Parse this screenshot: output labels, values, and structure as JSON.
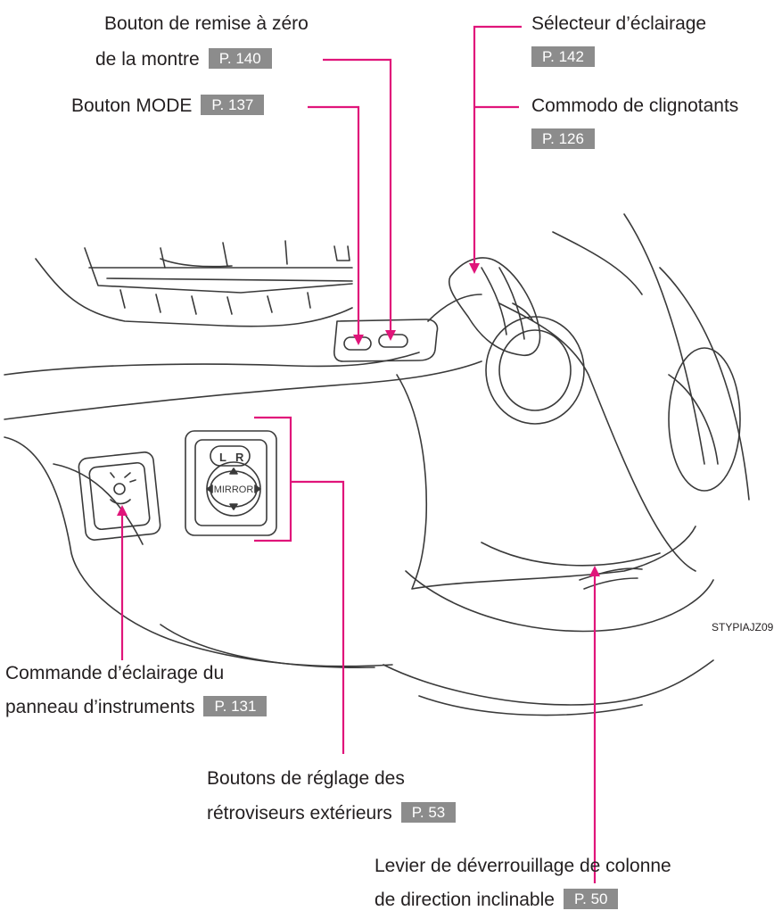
{
  "labels": {
    "reset_line1": "Bouton de remise à zéro",
    "reset_line2": "de la montre",
    "reset_ref": "P. 140",
    "mode": "Bouton MODE",
    "mode_ref": "P. 137",
    "lights": "Sélecteur d’éclairage",
    "lights_ref": "P. 142",
    "turn": "Commodo de clignotants",
    "turn_ref": "P. 126",
    "panel_line1": "Commande d’éclairage du",
    "panel_line2": "panneau d’instruments",
    "panel_ref": "P. 131",
    "mirror_line1": "Boutons de réglage des",
    "mirror_line2": "rétroviseurs extérieurs",
    "mirror_ref": "P. 53",
    "tilt_line1": "Levier de déverrouillage de colonne",
    "tilt_line2": "de direction inclinable",
    "tilt_ref": "P. 50"
  },
  "switch_text": {
    "lr_left": "L",
    "lr_right": "R",
    "mirror": "MIRROR"
  },
  "image_code": "STYPIAJZ09",
  "colors": {
    "leader": "#e0157a",
    "ref_bg": "#8c8c8c",
    "line_art": "#3a3a3a"
  }
}
